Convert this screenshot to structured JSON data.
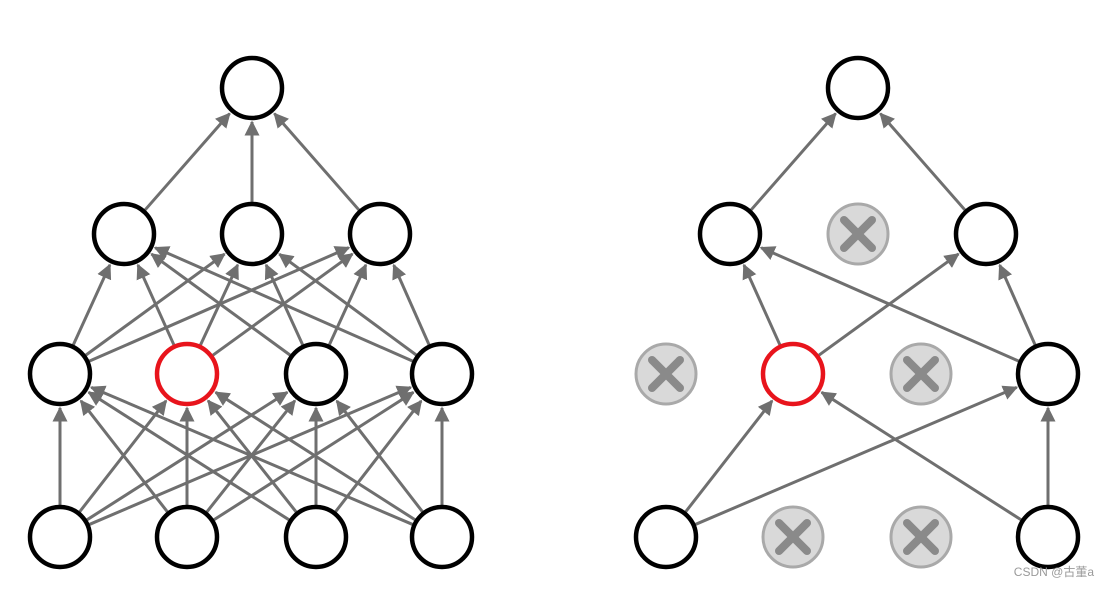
{
  "watermark": "CSDN @古董a",
  "colors": {
    "background": "#ffffff",
    "node_stroke": "#000000",
    "highlight_stroke": "#e8141c",
    "edge": "#6f6f6f",
    "dropped_fill": "#d9d9d9",
    "dropped_stroke": "#a9a9a9",
    "dropped_cross": "#8a8a8a"
  },
  "networks": [
    {
      "name": "standard-network",
      "layers": [
        {
          "nodes": [
            {
              "state": "active"
            }
          ]
        },
        {
          "nodes": [
            {
              "state": "active"
            },
            {
              "state": "active"
            },
            {
              "state": "active"
            }
          ]
        },
        {
          "nodes": [
            {
              "state": "active"
            },
            {
              "state": "highlighted"
            },
            {
              "state": "active"
            },
            {
              "state": "active"
            }
          ]
        },
        {
          "nodes": [
            {
              "state": "active"
            },
            {
              "state": "active"
            },
            {
              "state": "active"
            },
            {
              "state": "active"
            }
          ]
        }
      ],
      "edges": [
        {
          "from": [
            1,
            0
          ],
          "to": [
            0,
            0
          ]
        },
        {
          "from": [
            1,
            1
          ],
          "to": [
            0,
            0
          ]
        },
        {
          "from": [
            1,
            2
          ],
          "to": [
            0,
            0
          ]
        },
        {
          "from": [
            2,
            0
          ],
          "to": [
            1,
            0
          ]
        },
        {
          "from": [
            2,
            0
          ],
          "to": [
            1,
            1
          ]
        },
        {
          "from": [
            2,
            0
          ],
          "to": [
            1,
            2
          ]
        },
        {
          "from": [
            2,
            1
          ],
          "to": [
            1,
            0
          ]
        },
        {
          "from": [
            2,
            1
          ],
          "to": [
            1,
            1
          ]
        },
        {
          "from": [
            2,
            1
          ],
          "to": [
            1,
            2
          ]
        },
        {
          "from": [
            2,
            2
          ],
          "to": [
            1,
            0
          ]
        },
        {
          "from": [
            2,
            2
          ],
          "to": [
            1,
            1
          ]
        },
        {
          "from": [
            2,
            2
          ],
          "to": [
            1,
            2
          ]
        },
        {
          "from": [
            2,
            3
          ],
          "to": [
            1,
            0
          ]
        },
        {
          "from": [
            2,
            3
          ],
          "to": [
            1,
            1
          ]
        },
        {
          "from": [
            2,
            3
          ],
          "to": [
            1,
            2
          ]
        },
        {
          "from": [
            3,
            0
          ],
          "to": [
            2,
            0
          ]
        },
        {
          "from": [
            3,
            0
          ],
          "to": [
            2,
            1
          ]
        },
        {
          "from": [
            3,
            0
          ],
          "to": [
            2,
            2
          ]
        },
        {
          "from": [
            3,
            0
          ],
          "to": [
            2,
            3
          ]
        },
        {
          "from": [
            3,
            1
          ],
          "to": [
            2,
            0
          ]
        },
        {
          "from": [
            3,
            1
          ],
          "to": [
            2,
            1
          ]
        },
        {
          "from": [
            3,
            1
          ],
          "to": [
            2,
            2
          ]
        },
        {
          "from": [
            3,
            1
          ],
          "to": [
            2,
            3
          ]
        },
        {
          "from": [
            3,
            2
          ],
          "to": [
            2,
            0
          ]
        },
        {
          "from": [
            3,
            2
          ],
          "to": [
            2,
            1
          ]
        },
        {
          "from": [
            3,
            2
          ],
          "to": [
            2,
            2
          ]
        },
        {
          "from": [
            3,
            2
          ],
          "to": [
            2,
            3
          ]
        },
        {
          "from": [
            3,
            3
          ],
          "to": [
            2,
            0
          ]
        },
        {
          "from": [
            3,
            3
          ],
          "to": [
            2,
            1
          ]
        },
        {
          "from": [
            3,
            3
          ],
          "to": [
            2,
            2
          ]
        },
        {
          "from": [
            3,
            3
          ],
          "to": [
            2,
            3
          ]
        }
      ]
    },
    {
      "name": "dropout-network",
      "layers": [
        {
          "nodes": [
            {
              "state": "active"
            }
          ]
        },
        {
          "nodes": [
            {
              "state": "active"
            },
            {
              "state": "dropped"
            },
            {
              "state": "active"
            }
          ]
        },
        {
          "nodes": [
            {
              "state": "dropped"
            },
            {
              "state": "highlighted"
            },
            {
              "state": "dropped"
            },
            {
              "state": "active"
            }
          ]
        },
        {
          "nodes": [
            {
              "state": "active"
            },
            {
              "state": "dropped"
            },
            {
              "state": "dropped"
            },
            {
              "state": "active"
            }
          ]
        }
      ],
      "edges": [
        {
          "from": [
            1,
            0
          ],
          "to": [
            0,
            0
          ]
        },
        {
          "from": [
            1,
            2
          ],
          "to": [
            0,
            0
          ]
        },
        {
          "from": [
            2,
            1
          ],
          "to": [
            1,
            0
          ]
        },
        {
          "from": [
            2,
            1
          ],
          "to": [
            1,
            2
          ]
        },
        {
          "from": [
            2,
            3
          ],
          "to": [
            1,
            0
          ]
        },
        {
          "from": [
            2,
            3
          ],
          "to": [
            1,
            2
          ]
        },
        {
          "from": [
            3,
            0
          ],
          "to": [
            2,
            1
          ]
        },
        {
          "from": [
            3,
            0
          ],
          "to": [
            2,
            3
          ]
        },
        {
          "from": [
            3,
            3
          ],
          "to": [
            2,
            1
          ]
        },
        {
          "from": [
            3,
            3
          ],
          "to": [
            2,
            3
          ]
        }
      ]
    }
  ]
}
